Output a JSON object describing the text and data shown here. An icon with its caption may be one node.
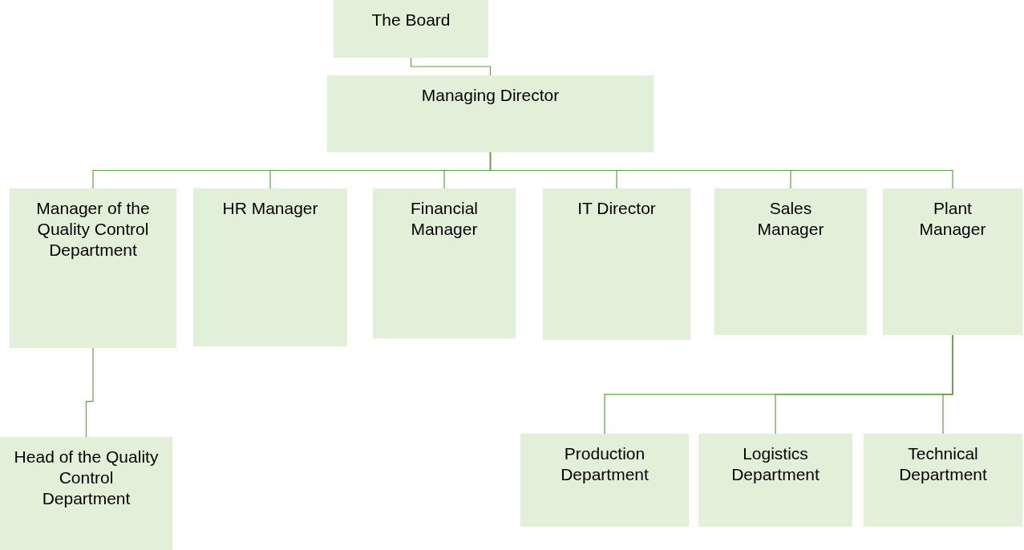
{
  "diagram": {
    "nodes": [
      {
        "text": [
          "The Board"
        ]
      },
      {
        "text": [
          "Managing Director"
        ]
      },
      {
        "text": [
          "Manager of the Quality Control Department"
        ]
      },
      {
        "text": [
          "HR Manager"
        ]
      },
      {
        "text": [
          "Financial Manager"
        ]
      },
      {
        "text": [
          "IT Director"
        ]
      },
      {
        "text": [
          "Sales Manager"
        ]
      },
      {
        "text": [
          "Plant Manager"
        ]
      },
      {
        "text": [
          "Head of the Quality Control Department"
        ]
      },
      {
        "text": [
          "Production Department"
        ]
      },
      {
        "text": [
          "Logistics Department"
        ]
      },
      {
        "text": [
          "Technical Department"
        ]
      }
    ],
    "edges": [
      {
        "from": 0,
        "to": 1,
        "arrow": "none"
      },
      {
        "from": 1,
        "to": 2,
        "arrow": "none"
      },
      {
        "from": 1,
        "to": 3,
        "arrow": "none"
      },
      {
        "from": 1,
        "to": 4,
        "arrow": "none"
      },
      {
        "from": 1,
        "to": 5,
        "arrow": "none"
      },
      {
        "from": 1,
        "to": 6,
        "arrow": "none"
      },
      {
        "from": 1,
        "to": 7,
        "arrow": "none"
      },
      {
        "from": 2,
        "to": 8,
        "arrow": "none"
      },
      {
        "from": 7,
        "to": 9,
        "arrow": "none"
      },
      {
        "from": 7,
        "to": 10,
        "arrow": "none"
      },
      {
        "from": 7,
        "to": 11,
        "arrow": "none"
      }
    ]
  }
}
